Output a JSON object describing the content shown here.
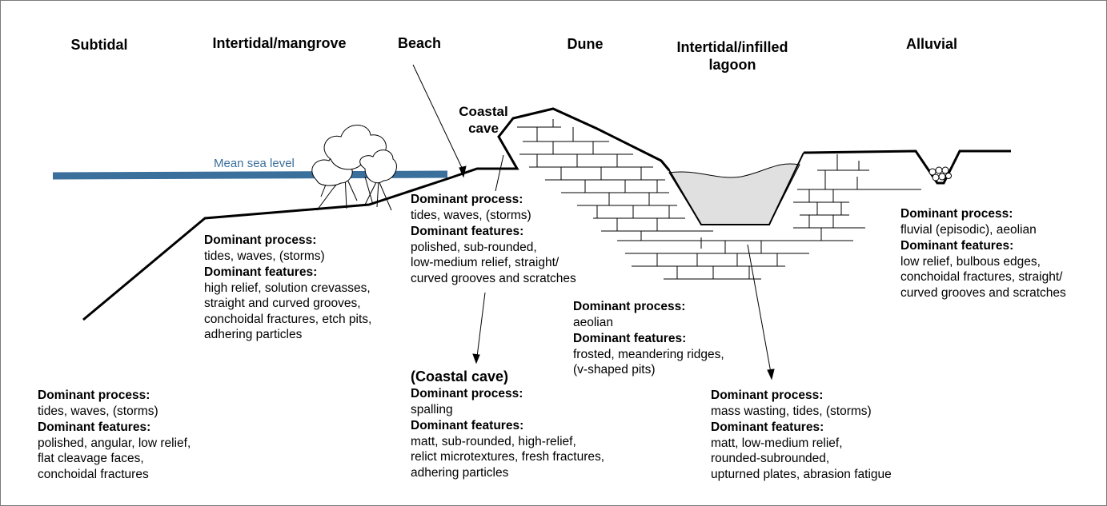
{
  "zones": [
    {
      "id": "subtidal",
      "title": "Subtidal"
    },
    {
      "id": "intertidal-mangrove",
      "title": "Intertidal/mangrove"
    },
    {
      "id": "beach",
      "title": "Beach"
    },
    {
      "id": "dune",
      "title": "Dune"
    },
    {
      "id": "intertidal-lagoon",
      "title": "Intertidal/infilled lagoon"
    },
    {
      "id": "alluvial",
      "title": "Alluvial"
    }
  ],
  "labels": {
    "mean_sea_level": "Mean sea level",
    "coastal_cave": "Coastal cave"
  },
  "colors": {
    "sea_level": "#3b6f9c",
    "lagoon_fill": "#e0e0e0",
    "line": "#000000"
  },
  "blocks": {
    "subtidal": {
      "process_heading": "Dominant process:",
      "process": [
        "tides, waves, (storms)"
      ],
      "features_heading": "Dominant features:",
      "features": [
        "polished, angular, low relief,",
        "flat cleavage faces,",
        "conchoidal fractures"
      ]
    },
    "mangrove": {
      "process_heading": "Dominant process:",
      "process": [
        "tides, waves, (storms)"
      ],
      "features_heading": "Dominant features:",
      "features": [
        "high relief, solution crevasses,",
        "straight and curved grooves,",
        "conchoidal fractures, etch pits,",
        "adhering particles"
      ]
    },
    "beach": {
      "process_heading": "Dominant process:",
      "process": [
        "tides, waves, (storms)"
      ],
      "features_heading": "Dominant features:",
      "features": [
        "polished, sub-rounded,",
        "low-medium relief, straight/",
        "curved grooves and scratches"
      ]
    },
    "cave": {
      "title": "(Coastal cave)",
      "process_heading": "Dominant process:",
      "process": [
        "spalling"
      ],
      "features_heading": "Dominant features:",
      "features": [
        "matt, sub-rounded, high-relief,",
        "relict microtextures, fresh fractures,",
        "adhering particles"
      ]
    },
    "dune": {
      "process_heading": "Dominant process:",
      "process": [
        "aeolian"
      ],
      "features_heading": "Dominant features:",
      "features": [
        "frosted, meandering ridges,",
        "(v-shaped pits)"
      ]
    },
    "lagoon": {
      "process_heading": "Dominant process:",
      "process": [
        "mass wasting, tides, (storms)"
      ],
      "features_heading": "Dominant features:",
      "features": [
        "matt, low-medium relief,",
        "rounded-subrounded,",
        "upturned plates, abrasion fatigue"
      ]
    },
    "alluvial": {
      "process_heading": "Dominant process:",
      "process": [
        "fluvial (episodic), aeolian"
      ],
      "features_heading": "Dominant features:",
      "features": [
        "low relief, bulbous edges,",
        "conchoidal fractures, straight/",
        "curved grooves and scratches"
      ]
    }
  }
}
